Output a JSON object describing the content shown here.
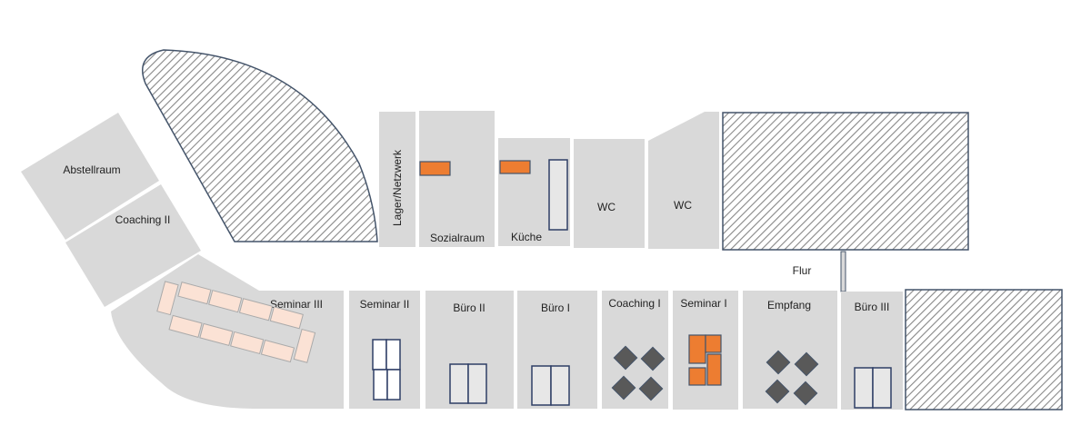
{
  "rooms": {
    "abstellraum": "Abstellraum",
    "coaching_2": "Coaching II",
    "seminar_3": "Seminar III",
    "lager": "Lager/Netzwerk",
    "sozialraum": "Sozialraum",
    "kueche": "Küche",
    "wc_1": "WC",
    "wc_2": "WC",
    "flur": "Flur",
    "seminar_2": "Seminar II",
    "buero_2": "Büro II",
    "buero_1": "Büro I",
    "coaching_1": "Coaching I",
    "seminar_1": "Seminar I",
    "empfang": "Empfang",
    "buero_3": "Büro III"
  },
  "colors": {
    "room": "#d9d9d9",
    "orange": "#ed7d31",
    "peach": "#fbe2d5",
    "outline": "#44546a",
    "diamond": "#595959"
  }
}
